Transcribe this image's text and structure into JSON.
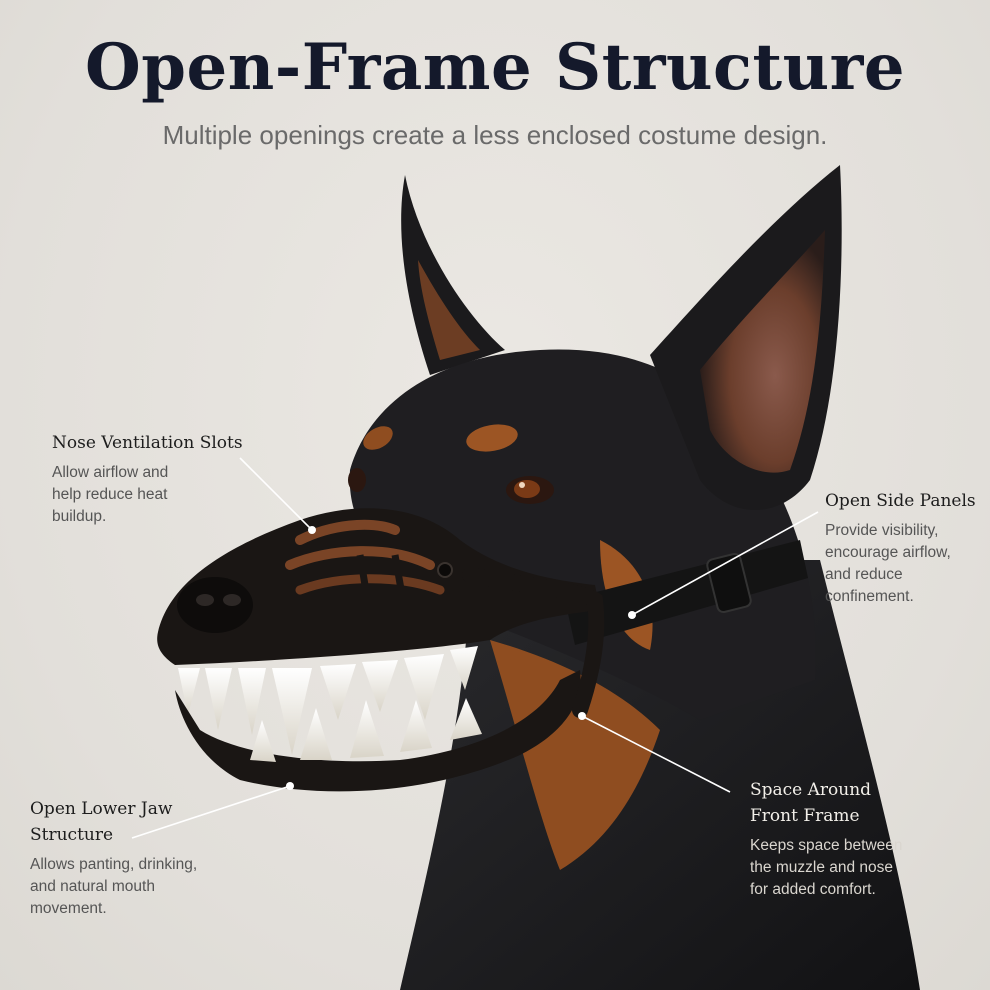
{
  "header": {
    "title": "Open-Frame Structure",
    "subtitle": "Multiple openings create a less enclosed costume design."
  },
  "callouts": {
    "nose": {
      "heading": "Nose Ventilation Slots",
      "lines": [
        "Allow airflow and",
        "help reduce heat",
        "buildup."
      ]
    },
    "side": {
      "heading": "Open Side Panels",
      "lines": [
        "Provide visibility,",
        "encourage airflow,",
        "and reduce",
        "confinement."
      ]
    },
    "jaw": {
      "heading_lines": [
        "Open Lower Jaw",
        "Structure"
      ],
      "lines": [
        "Allows panting, drinking,",
        "and natural mouth",
        "movement."
      ]
    },
    "front": {
      "heading_lines": [
        "Space Around",
        "Front Frame"
      ],
      "lines": [
        "Keeps space between",
        "the muzzle and nose",
        "for added comfort."
      ]
    }
  },
  "colors": {
    "background": "#e6e3de",
    "title": "#14192b",
    "subtitle": "#6a6a6a",
    "dog_black": "#1c1b1d",
    "dog_tan": "#9c5524",
    "muzzle": "#1a1614",
    "muzzle_highlight": "#7a4426",
    "teeth": "#f4f1ea",
    "callout_line": "#ffffff"
  },
  "illustration": {
    "subject": "doberman-dog",
    "accessory": "open-frame-muzzle",
    "strap": "adjustable-nylon-strap"
  }
}
